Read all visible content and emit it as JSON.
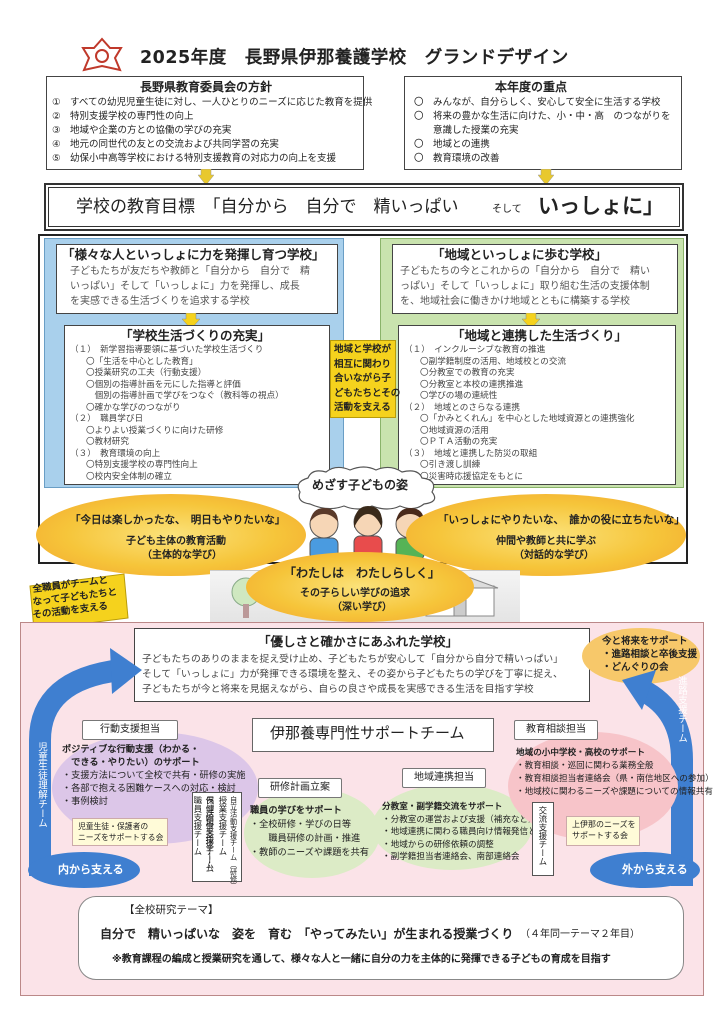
{
  "header": {
    "title": "2025年度　長野県伊那養護学校　グランドデザイン"
  },
  "policy": {
    "title": "長野県教育委員会の方針",
    "items": [
      "①　すべての幼児児童生徒に対し、一人ひとりのニーズに応じた教育を提供",
      "②　特別支援学校の専門性の向上",
      "③　地域や企業の方との協働の学びの充実",
      "④　地元の同世代の友との交流および共同学習の充実",
      "⑤　幼保小中高等学校における特別支援教育の対応力の向上を支援"
    ]
  },
  "priority": {
    "title": "本年度の重点",
    "items": [
      "〇　みんなが、自分らしく、安心して安全に生活する学校",
      "〇　将来の豊かな生活に向けた、小・中・高　のつながりを",
      "　　意識した授業の充実",
      "〇　地域との連携",
      "〇　教育環境の改善"
    ]
  },
  "goal": {
    "prefix": "学校の教育目標　「自分から　自分で　精いっぱい",
    "soshite": "そして",
    "main": "いっしょに」"
  },
  "left": {
    "title": "「様々な人といっしょに力を発揮し育つ学校」",
    "desc": [
      "子どもたちが友だちや教師と「自分から　自分で　精",
      "いっぱい」そして「いっしょに」力を発揮し、成長",
      "を実感できる生活づくりを追求する学校"
    ],
    "sub_title": "「学校生活づくりの充実」",
    "list": [
      "（１）　新学習指導要領に基づいた学校生活づくり",
      "〇「生活を中心とした教育」",
      "〇授業研究の工夫（行動支援）",
      "〇個別の指導計画を元にした指導と評価",
      "　個別の指導計画で学びをつなぐ（教科等の視点）",
      "〇確かな学びのつながり",
      "（２）　職員学び日",
      "〇よりよい授業づくりに向けた研修",
      "〇教材研究",
      "（３）　教育環境の向上",
      "〇特別支援学校の専門性向上",
      "〇校内安全体制の確立"
    ]
  },
  "right": {
    "title": "「地域といっしょに歩む学校」",
    "desc": [
      "子どもたちの今とこれからの「自分から　自分で　精い",
      "っぱい」そして「いっしょに」取り組む生活の支援体制",
      "を、地域社会に働きかけ地域とともに構築する学校"
    ],
    "sub_title": "「地域と連携した生活づくり」",
    "list": [
      "（１）　インクルーシブな教育の推進",
      "〇副学籍制度の活用、地域校との交流",
      "〇分教室での教育の充実",
      "〇分教室と本校の連携推進",
      "〇学びの場の連続性",
      "（２）　地域とのさらなる連携",
      "〇「かみとくれん」を中心とした地域資源との連携強化",
      "〇地域資源の活用",
      "〇ＰＴＡ活動の充実",
      "（３）　地域と連携した防災の取組",
      "〇引き渡し訓練",
      "〇災害時応援協定をもとに"
    ]
  },
  "center_note": [
    "地域と学校が",
    "相互に関わり",
    "合いながら子",
    "どもたちとその",
    "活動を支える"
  ],
  "cloud": "めざす子どもの姿",
  "ovals": [
    {
      "title": "「今日は楽しかったな、　明日もやりたいな」",
      "sub1": "子ども主体の教育活動",
      "sub2": "（主体的な学び）"
    },
    {
      "title": "「いっしょにやりたいな、　誰かの役に立ちたいな」",
      "sub1": "仲間や教師と共に学ぶ",
      "sub2": "（対話的な学び）"
    },
    {
      "title": "「わたしは　わたしらしく」",
      "sub1": "その子らしい学びの追求",
      "sub2": "（深い学び）"
    }
  ],
  "flag": [
    "全職員がチームと",
    "なって子どもたちと",
    "その活動を支える"
  ],
  "bottom_school": {
    "title": "「優しさと確かさにあふれた学校」",
    "desc": [
      "子どもたちのありのままを捉え受け止め、子どもたちが安心して「自分から自分で精いっぱい」",
      "そして「いっしょに」力が発揮できる環境を整え、その姿から子どもたちの学びを丁寧に捉え、",
      "子どもたちが今と将来を見据えながら、自らの良さや成長を実感できる生活を目指す学校"
    ]
  },
  "future": [
    "今と将来をサポート",
    "・進路相談と卒後支援",
    "・どんぐりの会"
  ],
  "arrow_left": "児童生徒理解チーム",
  "arrow_right": "進路支援チーム",
  "team": "伊那養専門性サポートチーム",
  "behavior": {
    "label": "行動支援担当",
    "lines": [
      "ポジティブな行動支援（わかる・",
      "　できる・やりたい）のサポート",
      "・支援方法について全校で共有・研修の実施",
      "・各部で抱える困難ケースへの対応・検討",
      "・事例検討"
    ]
  },
  "parent_team": [
    "児童生徒・保護者の",
    "ニーズをサポートする会"
  ],
  "v1": [
    "自立活動支援チーム（研修）",
    "授業支援チーム",
    "保健給食支援チーム"
  ],
  "v2": [
    "ICT活用支援チーム",
    "職員支援チーム"
  ],
  "research": {
    "label": "研修計画立案",
    "lines": [
      "職員の学びをサポート",
      "・全校研修・学びの日等",
      "　　職員研修の計画・推進",
      "・教師のニーズや課題を共有"
    ]
  },
  "region": {
    "label": "地域連携担当",
    "lines": [
      "分教室・副学籍交流をサポート",
      "・分教室の運営および支援（補充など）",
      "・地域連携に関わる職員向け情報発信と研修",
      "・地域からの研修依頼の調整",
      "・副学籍担当者連絡会、南部連絡会"
    ]
  },
  "counsel": {
    "label": "教育相談担当",
    "lines": [
      "地域の小中学校・高校のサポート",
      "・教育相談・巡回に関わる業務全般",
      "・教育相談担当者連絡会（県・南信地区への参加）",
      "・地域校に関わるニーズや課題についての情報共有"
    ]
  },
  "exchange": "交流支援チーム",
  "uppr": [
    "上伊那のニーズを",
    "サポートする会"
  ],
  "inner": "内から支える",
  "outer": "外から支える",
  "research_theme": {
    "label": "【全校研究テーマ】",
    "main": "自分で　精いっぱいな　姿を　育む　「やってみたい」が生まれる授業づくり",
    "year": "（４年同一テーマ２年目）",
    "note": "※教育課程の編成と授業研究を通して、様々な人と一緒に自分の力を主体的に発揮できる子どもの育成を目指す"
  },
  "colors": {
    "blue_panel": "#a9d0ec",
    "green_panel": "#c9e3ae",
    "pink_panel": "#fbe3e8",
    "yellow": "#f5d21d",
    "orange": "#f2a52e",
    "arrow_blue": "#3f7fd0"
  }
}
